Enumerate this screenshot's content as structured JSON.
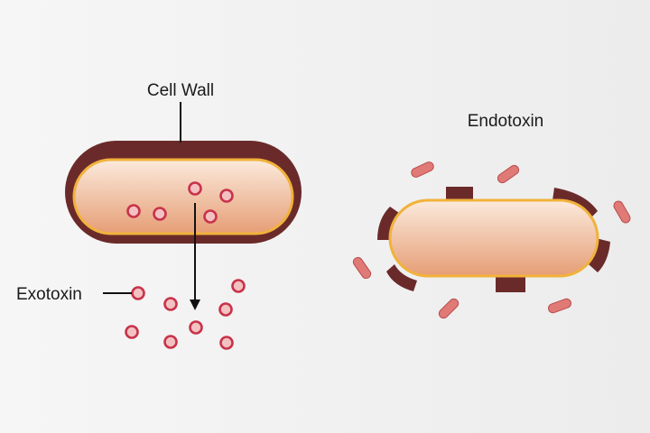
{
  "labels": {
    "cell_wall": "Cell Wall",
    "exotoxin": "Exotoxin",
    "endotoxin": "Endotoxin"
  },
  "colors": {
    "background": "#f0f0f0",
    "cell_wall": "#6b2a2a",
    "membrane": "#f1b23b",
    "cytoplasm_light": "#fbe6d6",
    "cytoplasm_dark": "#e9a47e",
    "toxin_fill": "#f3c1c1",
    "toxin_stroke": "#c8334a",
    "endotoxin_rod": "#e07a76",
    "line": "#111111"
  }
}
